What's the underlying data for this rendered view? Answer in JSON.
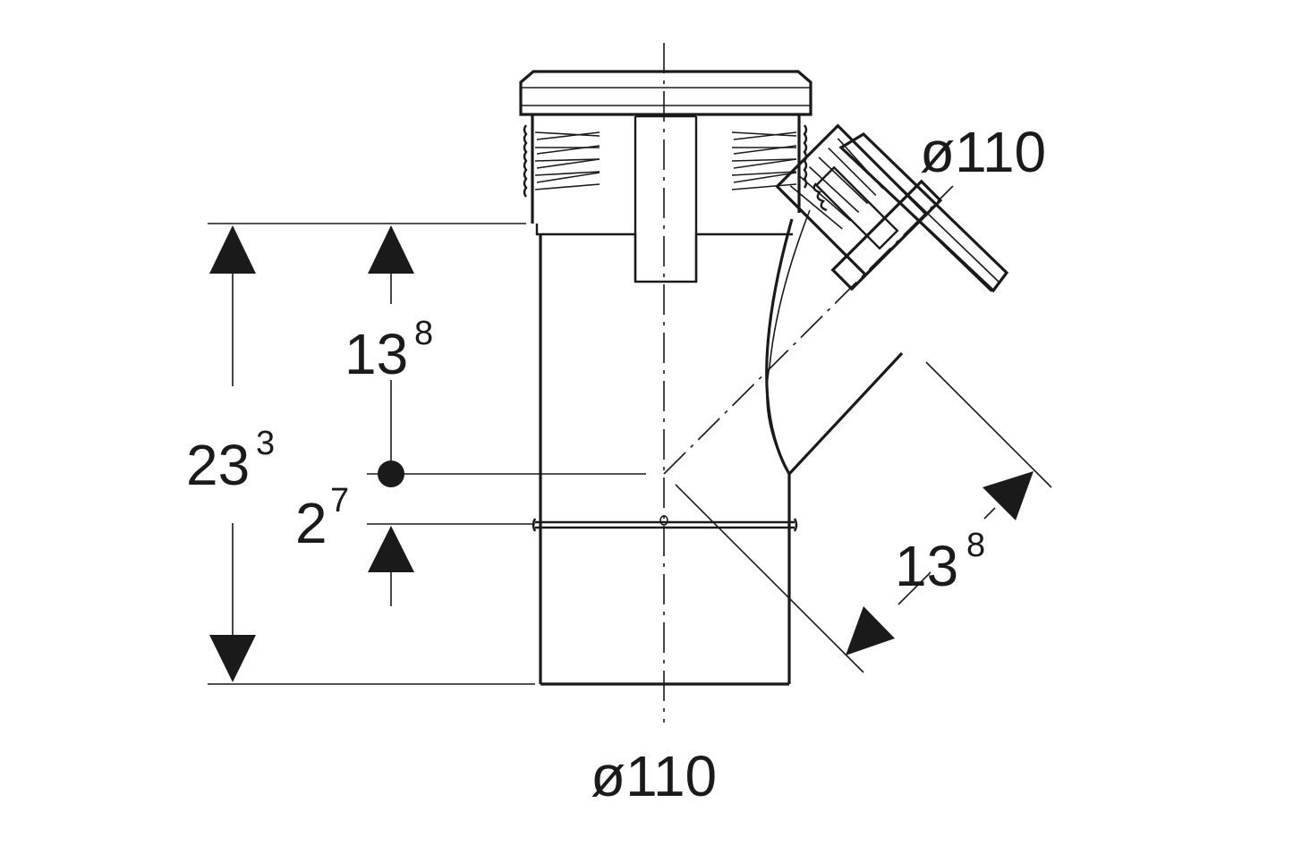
{
  "drawing": {
    "type": "technical-drawing",
    "part": "Y-branch 45° pipe fitting",
    "dimensions": {
      "main_diameter": "ø110",
      "branch_diameter": "ø110",
      "overall_height": {
        "main": "23",
        "sup": "3"
      },
      "upper_height": {
        "main": "13",
        "sup": "8"
      },
      "offset_height": {
        "main": "2",
        "sup": "7"
      },
      "branch_length": {
        "main": "13",
        "sup": "8"
      }
    }
  }
}
